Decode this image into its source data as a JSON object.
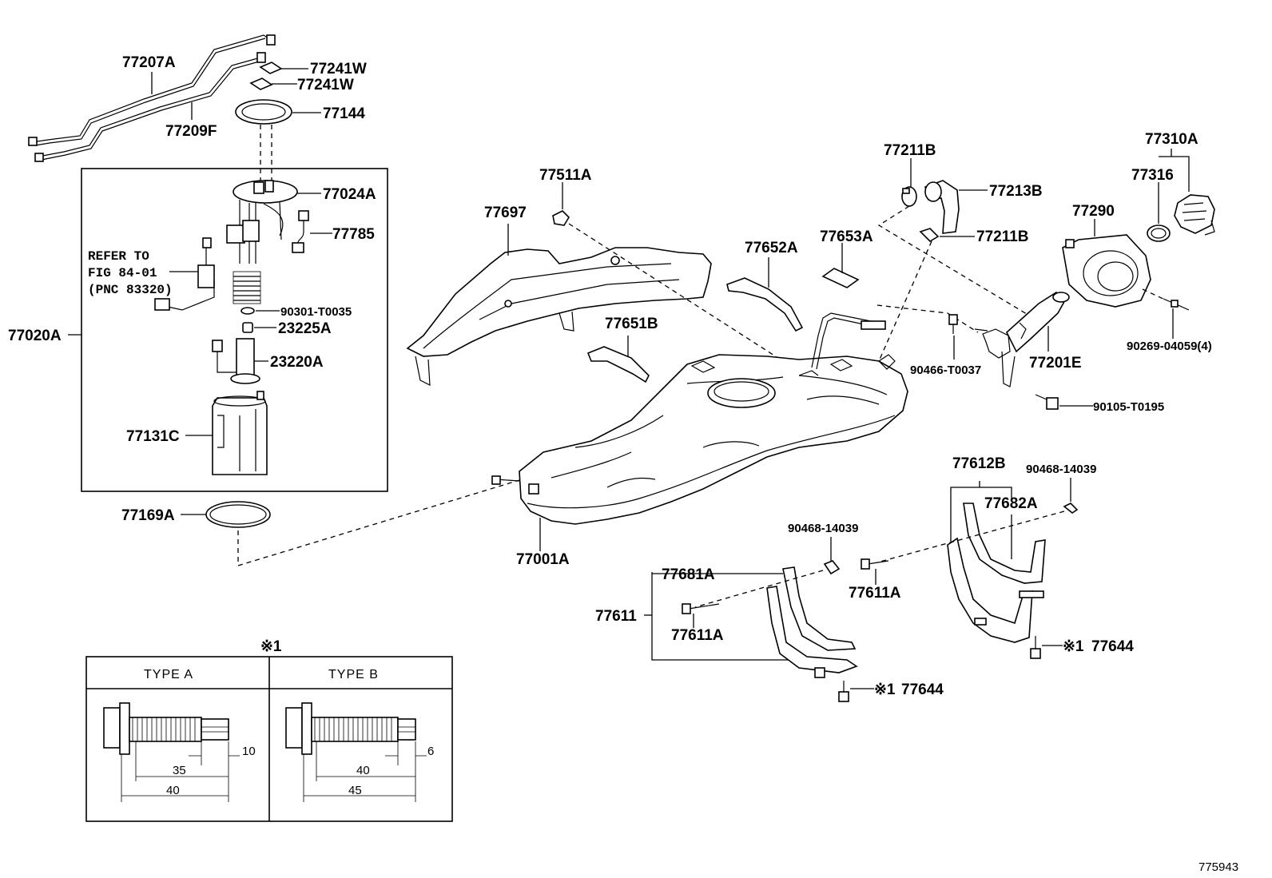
{
  "diagram": {
    "id_code": "775943",
    "labels": {
      "p77207A": "77207A",
      "p77209F": "77209F",
      "p77241W_1": "77241W",
      "p77241W_2": "77241W",
      "p77144": "77144",
      "p77024A": "77024A",
      "p77785": "77785",
      "p90301": "90301-T0035",
      "p23225A": "23225A",
      "p23220A": "23220A",
      "p77131C": "77131C",
      "p77020A": "77020A",
      "p77169A": "77169A",
      "p77511A": "77511A",
      "p77697": "77697",
      "p77651B": "77651B",
      "p77652A": "77652A",
      "p77653A": "77653A",
      "p77211B_1": "77211B",
      "p77213B": "77213B",
      "p77211B_2": "77211B",
      "p77310A": "77310A",
      "p77316": "77316",
      "p77290": "77290",
      "p90466": "90466-T0037",
      "p77201E": "77201E",
      "p90269": "90269-04059(4)",
      "p90105": "90105-T0195",
      "p77001A": "77001A",
      "p77612B": "77612B",
      "p90468_r": "90468-14039",
      "p77682A": "77682A",
      "p90468_l": "90468-14039",
      "p77611A_r": "77611A",
      "p77681A": "77681A",
      "p77611": "77611",
      "p77611A_l": "77611A",
      "p77644_r": "77644",
      "p77644_l": "77644"
    },
    "refer": {
      "line1": "REFER TO",
      "line2": "FIG 84-01",
      "line3": "(PNC 83320)"
    },
    "note_mark": "※1",
    "note_mark_r": "※1",
    "note_mark_l": "※1",
    "bolt_table": {
      "type_a": {
        "label": "TYPE A",
        "dim_small": "10",
        "dim_mid": "35",
        "dim_total": "40"
      },
      "type_b": {
        "label": "TYPE B",
        "dim_small": "6",
        "dim_mid": "40",
        "dim_total": "45"
      }
    }
  }
}
